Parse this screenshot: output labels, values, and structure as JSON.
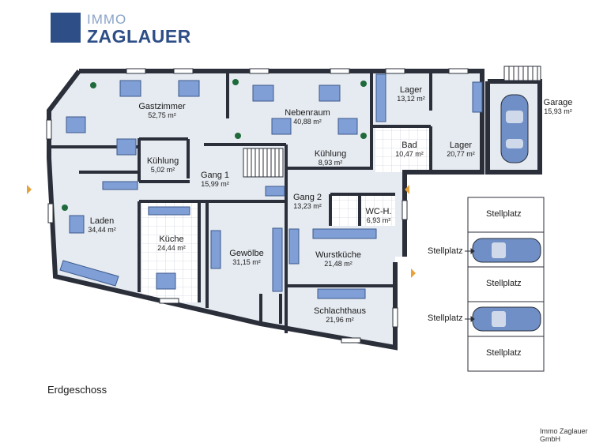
{
  "brand": {
    "top": "IMMO",
    "bottom": "ZAGLAUER"
  },
  "floor_label": "Erdgeschoss",
  "copyright": "Immo Zaglauer GmbH",
  "colors": {
    "wall": "#2b2f3a",
    "floor": "#e6ebf1",
    "furniture": "#7f9fd6",
    "brand": "#2d4e86",
    "car": "#6f8fc6"
  },
  "rooms": [
    {
      "name": "Gastzimmer",
      "area": "52,75 m²"
    },
    {
      "name": "Nebenraum",
      "area": "40,88 m²"
    },
    {
      "name": "Lager",
      "area": "13,12 m²"
    },
    {
      "name": "Bad",
      "area": "10,47 m²"
    },
    {
      "name": "Lager",
      "area": "20,77 m²"
    },
    {
      "name": "Garage",
      "area": "15,93 m²"
    },
    {
      "name": "Kühlung",
      "area": "5,02 m²"
    },
    {
      "name": "Kühlung",
      "area": "8,93 m²"
    },
    {
      "name": "Gang 1",
      "area": "15,99 m²"
    },
    {
      "name": "Gang 2",
      "area": "13,23 m²"
    },
    {
      "name": "WC-H.",
      "area": "6,93 m²"
    },
    {
      "name": "Laden",
      "area": "34,44 m²"
    },
    {
      "name": "Küche",
      "area": "24,44 m²"
    },
    {
      "name": "Gewölbe",
      "area": "31,15 m²"
    },
    {
      "name": "Wurstküche",
      "area": "21,48 m²"
    },
    {
      "name": "Schlachthaus",
      "area": "21,96 m²"
    }
  ],
  "parking": [
    {
      "label": "Stellplatz"
    },
    {
      "label": "Stellplatz"
    },
    {
      "label": "Stellplatz"
    },
    {
      "label": "Stellplatz"
    },
    {
      "label": "Stellplatz"
    }
  ],
  "parking_side_labels": [
    {
      "label": "Stellplatz"
    },
    {
      "label": "Stellplatz"
    }
  ]
}
